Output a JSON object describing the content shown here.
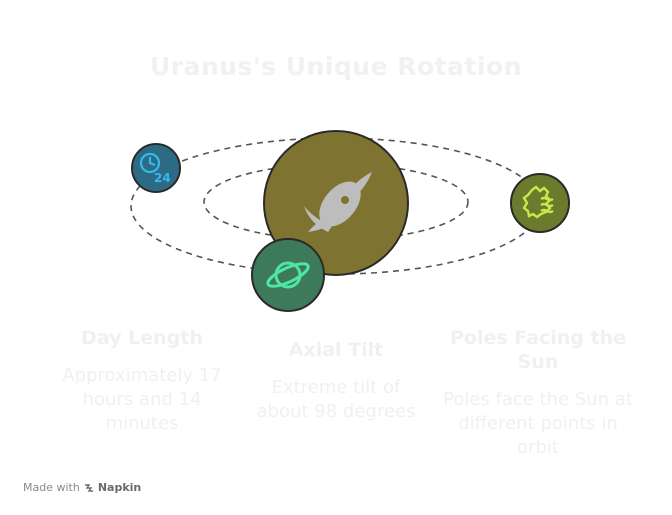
{
  "title": "Uranus's Unique Rotation",
  "sections": [
    {
      "heading": "Day Length",
      "text": "Approximately 17 hours and 14 minutes"
    },
    {
      "heading": "Axial Tilt",
      "text": "Extreme tilt of about 98 degrees"
    },
    {
      "heading": "Poles Facing the Sun",
      "text": "Poles face the Sun at different points in orbit"
    }
  ],
  "icons": {
    "clock": "clock-24-icon",
    "sun": "sun-icon",
    "planet": "uranus-icon",
    "ringed": "ringed-planet-icon",
    "clock_label": "24"
  },
  "colors": {
    "planet": "#7f7331",
    "clock": "#2d6b85",
    "clock_accent": "#35b9ee",
    "sun": "#6b7a2c",
    "sun_accent": "#c9e84a",
    "ringed": "#3d7a5c",
    "ringed_accent": "#4ee7a2",
    "orbit": "#555555"
  },
  "footer": {
    "made_with": "Made with",
    "brand": "Napkin"
  }
}
